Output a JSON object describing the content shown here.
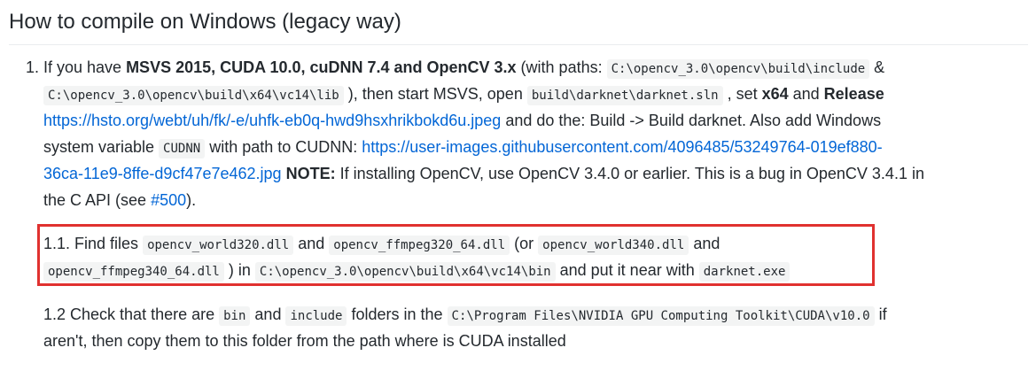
{
  "heading": "How to compile on Windows (legacy way)",
  "item1": {
    "number": "1.",
    "line1": {
      "t1": "If you have ",
      "b1": "MSVS 2015, CUDA 10.0, cuDNN 7.4 and OpenCV 3.x",
      "t2": " (with paths: ",
      "c1": "C:\\opencv_3.0\\opencv\\build\\include",
      "t3": " &"
    },
    "line2": {
      "c2": "C:\\opencv_3.0\\opencv\\build\\x64\\vc14\\lib",
      "t4": " ), then start MSVS, open ",
      "c3": "build\\darknet\\darknet.sln",
      "t5": " , set ",
      "b2": "x64",
      "t6": " and ",
      "b3": "Release"
    },
    "line3": {
      "link1": "https://hsto.org/webt/uh/fk/-e/uhfk-eb0q-hwd9hsxhrikbokd6u.jpeg",
      "t7": " and do the: Build -> Build darknet. Also add Windows"
    },
    "line4": {
      "t8": "system variable ",
      "c4": "CUDNN",
      "t9": " with path to CUDNN: ",
      "link2a": "https://user-images.githubusercontent.com/4096485/53249764-019ef880-"
    },
    "line5": {
      "link2b": "36ca-11e9-8ffe-d9cf47e7e462.jpg",
      "t10": " ",
      "b4": "NOTE:",
      "t11": " If installing OpenCV, use OpenCV 3.4.0 or earlier. This is a bug in OpenCV 3.4.1 in"
    },
    "line6": {
      "t12": "the C API (see ",
      "link3": "#500",
      "t13": ")."
    }
  },
  "item11": {
    "line1": {
      "t1": "1.1. Find files ",
      "c1": "opencv_world320.dll",
      "t2": " and ",
      "c2": "opencv_ffmpeg320_64.dll",
      "t3": " (or ",
      "c3": "opencv_world340.dll",
      "t4": " and"
    },
    "line2": {
      "c4": "opencv_ffmpeg340_64.dll",
      "t5": " ) in ",
      "c5": "C:\\opencv_3.0\\opencv\\build\\x64\\vc14\\bin",
      "t6": " and put it near with ",
      "c6": "darknet.exe"
    }
  },
  "item12": {
    "line1": {
      "t1": "1.2 Check that there are ",
      "c1": "bin",
      "t2": " and ",
      "c2": "include",
      "t3": " folders in the ",
      "c3": "C:\\Program Files\\NVIDIA GPU Computing Toolkit\\CUDA\\v10.0",
      "t4": " if"
    },
    "line2": {
      "t5": "aren't, then copy them to this folder from the path where is CUDA installed"
    }
  },
  "colors": {
    "text": "#24292e",
    "link": "#0366d6",
    "code_bg": "#f3f4f4",
    "highlight_border": "#e0312f"
  }
}
